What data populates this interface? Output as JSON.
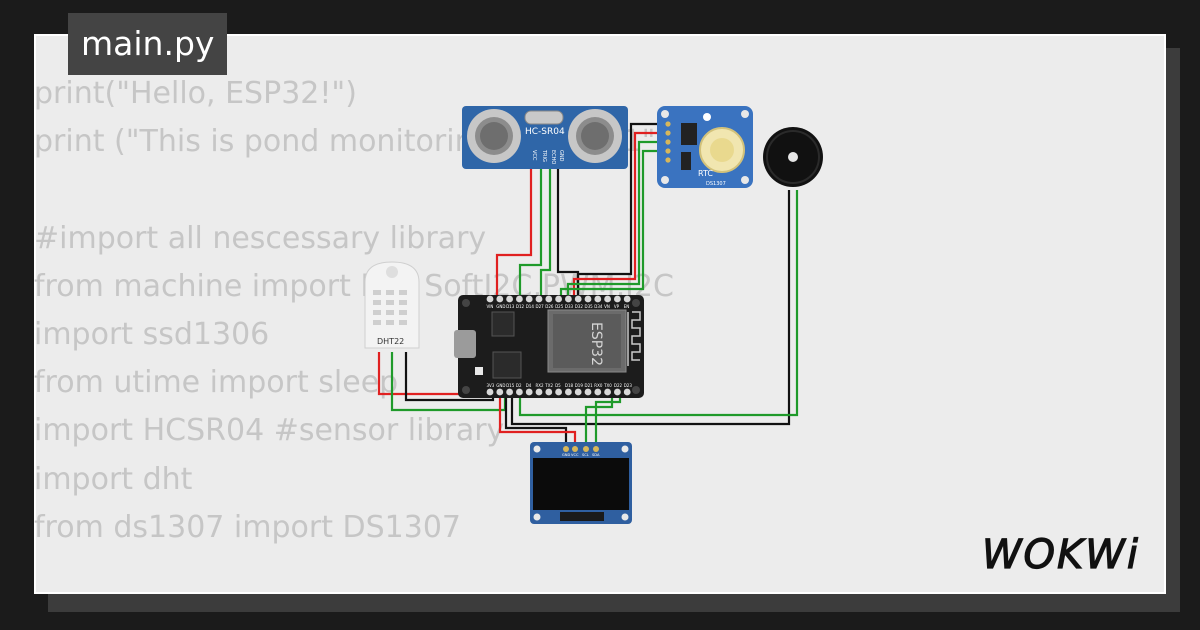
{
  "file_tab": {
    "label": "main.py"
  },
  "code_lines": [
    "print(\"Hello, ESP32!\")",
    "print (\"This is pond monitoring - phase 1\")",
    "",
    "#import all nescessary library",
    "from machine import Pin, SoftI2C,PWM,I2C",
    "import ssd1306",
    "from utime import sleep",
    "import HCSR04 #sensor library",
    "import dht",
    "from ds1307 import DS1307"
  ],
  "components": {
    "ultrasonic": {
      "label": "HC-SR04",
      "pins": [
        "VCC",
        "TRIG",
        "ECHO",
        "GND"
      ],
      "color": "#2f66a8"
    },
    "rtc": {
      "label": "RTC",
      "sublabel": "DS1307",
      "color": "#3a73c0"
    },
    "dht": {
      "label": "DHT22"
    },
    "esp32": {
      "label": "ESP32",
      "top_pins": [
        "VIN",
        "GND",
        "D13",
        "D12",
        "D14",
        "D27",
        "D26",
        "D25",
        "D33",
        "D32",
        "D35",
        "D34",
        "VN",
        "VP",
        "EN"
      ],
      "bottom_pins": [
        "3V3",
        "GND",
        "D15",
        "D2",
        "D4",
        "RX2",
        "TX2",
        "D5",
        "D18",
        "D19",
        "D21",
        "RX0",
        "TX0",
        "D22",
        "D23"
      ]
    },
    "oled": {
      "pins": [
        "GND",
        "VCC",
        "SCL",
        "SDA"
      ]
    }
  },
  "brand": {
    "logo_text": "WOKWi"
  },
  "colors": {
    "wire_red": "#e02020",
    "wire_black": "#111111",
    "wire_green": "#1f9a2a",
    "code_text": "#c6c6c6"
  }
}
